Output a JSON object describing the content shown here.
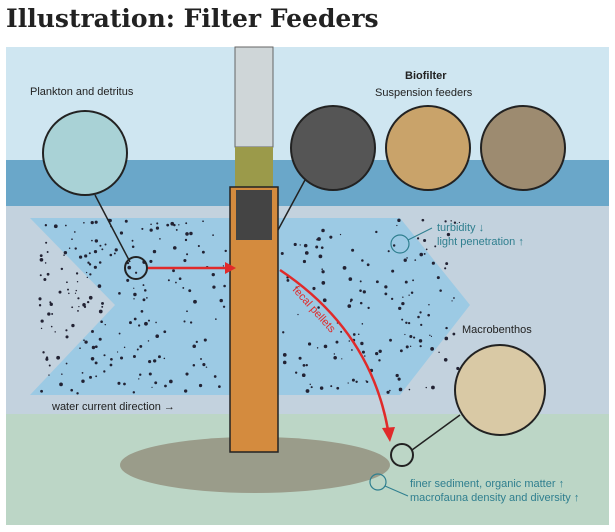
{
  "title": "Illustration: Filter Feeders",
  "labels": {
    "plankton": "Plankton and detritus",
    "biofilter": "Biofilter",
    "suspension": "Suspension feeders",
    "turbidity": "turbidity",
    "light": "light penetration",
    "fecal": "fecal pellets",
    "macrobenthos": "Macrobenthos",
    "current": "water current direction",
    "sediment": "finer sediment, organic matter",
    "macrofauna": "macrofauna density and diversity"
  },
  "arrows": {
    "down": "↓",
    "up": "↑",
    "right": "→"
  },
  "colors": {
    "sky": "#cfe6f1",
    "surface": "#6aa7c9",
    "water": "#c3d2de",
    "seabed": "#bcd6c6",
    "teal": "#2f7f8f",
    "red": "#e02a2a"
  }
}
